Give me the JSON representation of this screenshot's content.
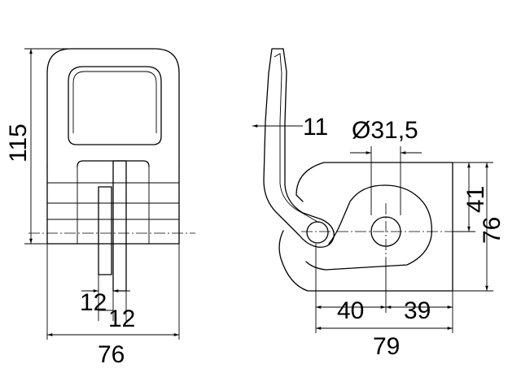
{
  "drawing": {
    "front_view": {
      "dim_height": "115",
      "dim_width": "76",
      "dim_plate_a": "12",
      "dim_plate_b": "12"
    },
    "side_view": {
      "dim_thickness": "11",
      "dim_diameter": "Ø31,5",
      "dim_hole_upper": "41",
      "dim_height": "76",
      "dim_left": "40",
      "dim_right": "39",
      "dim_width": "79"
    }
  }
}
